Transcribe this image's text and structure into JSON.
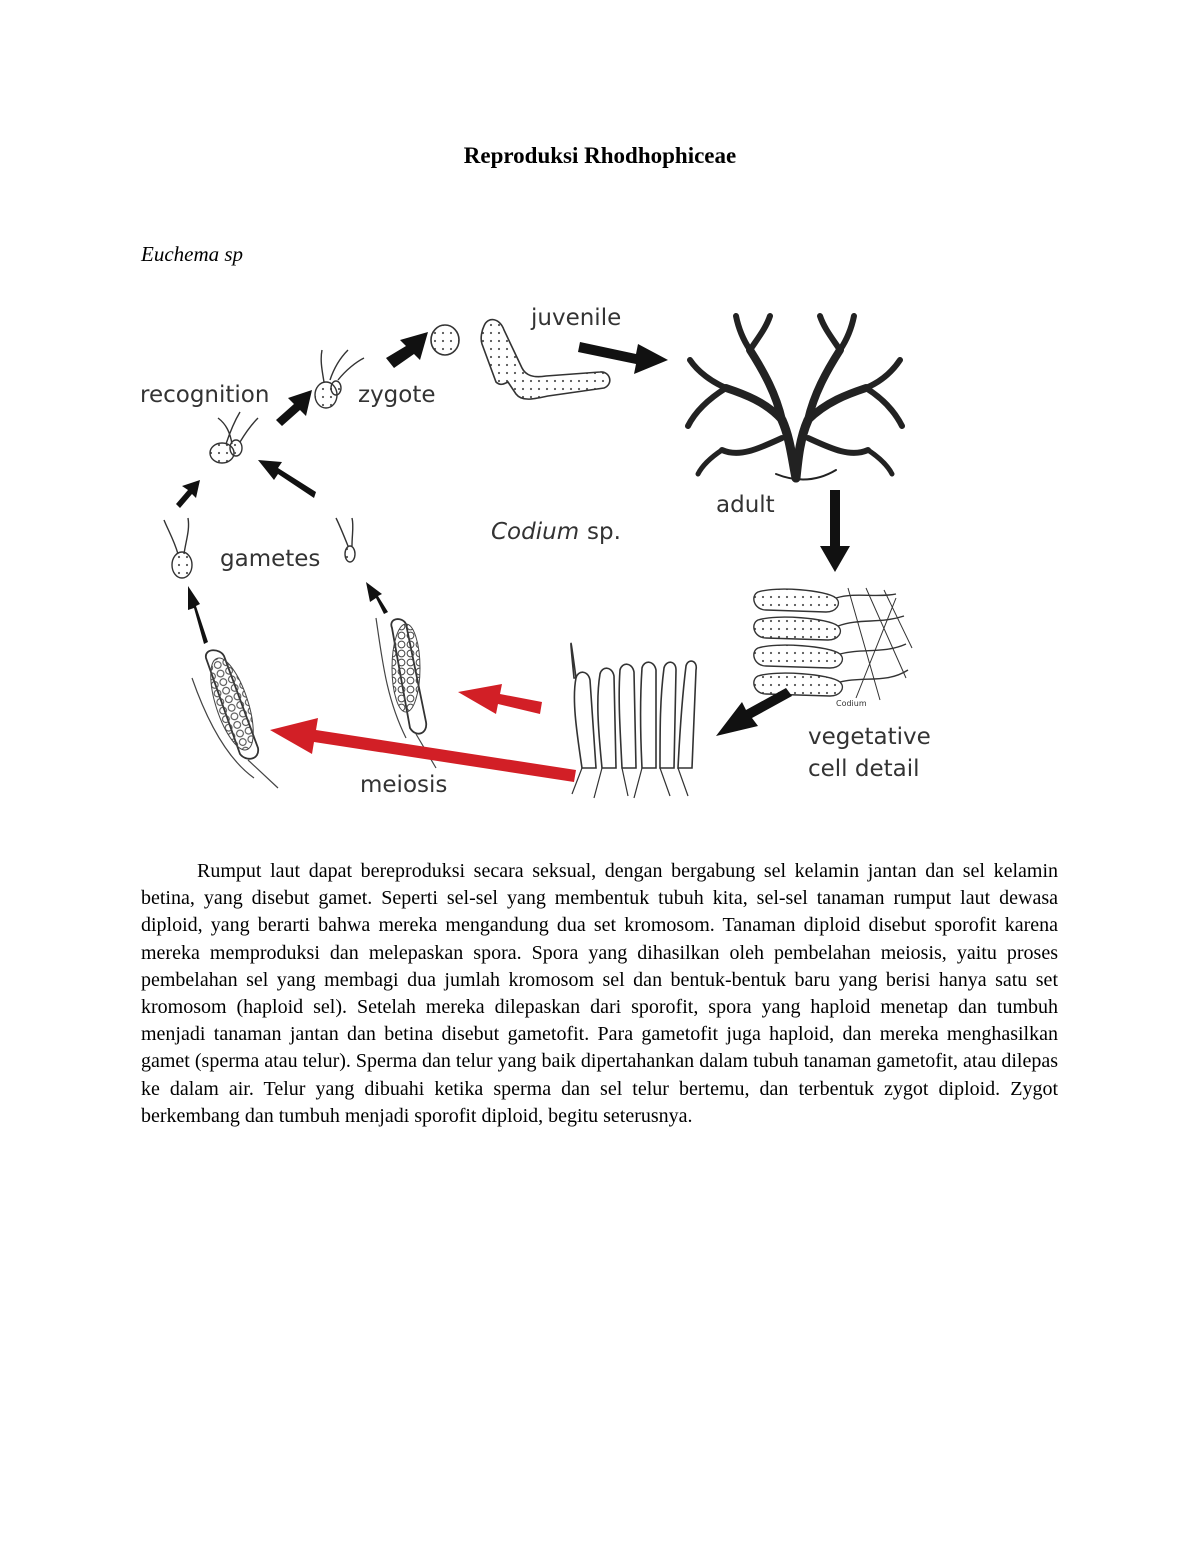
{
  "document": {
    "title": "Reproduksi Rhodhophiceae",
    "species_heading": "Euchema sp",
    "paragraph": "Rumput laut dapat bereproduksi secara seksual, dengan bergabung sel kelamin jantan dan sel kelamin betina, yang disebut gamet. Seperti sel-sel yang membentuk tubuh kita, sel-sel tanaman rumput laut dewasa diploid, yang berarti bahwa mereka mengandung dua set kromosom. Tanaman diploid disebut sporofit karena mereka memproduksi dan melepaskan spora. Spora yang dihasilkan oleh pembelahan meiosis, yaitu proses pembelahan sel yang membagi dua jumlah kromosom sel dan bentuk-bentuk baru yang berisi hanya satu set kromosom (haploid sel). Setelah mereka dilepaskan dari sporofit, spora yang haploid menetap dan tumbuh menjadi tanaman jantan dan betina disebut gametofit. Para gametofit juga haploid, dan mereka menghasilkan gamet (sperma atau telur). Sperma dan telur yang baik dipertahankan dalam tubuh tanaman gametofit, atau dilepas ke dalam air. Telur yang dibuahi ketika sperma dan sel telur bertemu, dan terbentuk zygot diploid. Zygot berkembang dan tumbuh menjadi sporofit diploid, begitu seterusnya."
  },
  "figure": {
    "labels": {
      "juvenile": "juvenile",
      "recognition": "recognition",
      "zygote": "zygote",
      "adult": "adult",
      "codium_italic": "Codium",
      "codium_sp": "sp.",
      "gametes": "gametes",
      "vegetative_line1": "vegetative",
      "vegetative_line2": "cell detail",
      "meiosis": "meiosis",
      "codium_small": "Codium"
    },
    "colors": {
      "arrow_black": "#111111",
      "arrow_red": "#d21f26",
      "line": "#333333"
    }
  }
}
